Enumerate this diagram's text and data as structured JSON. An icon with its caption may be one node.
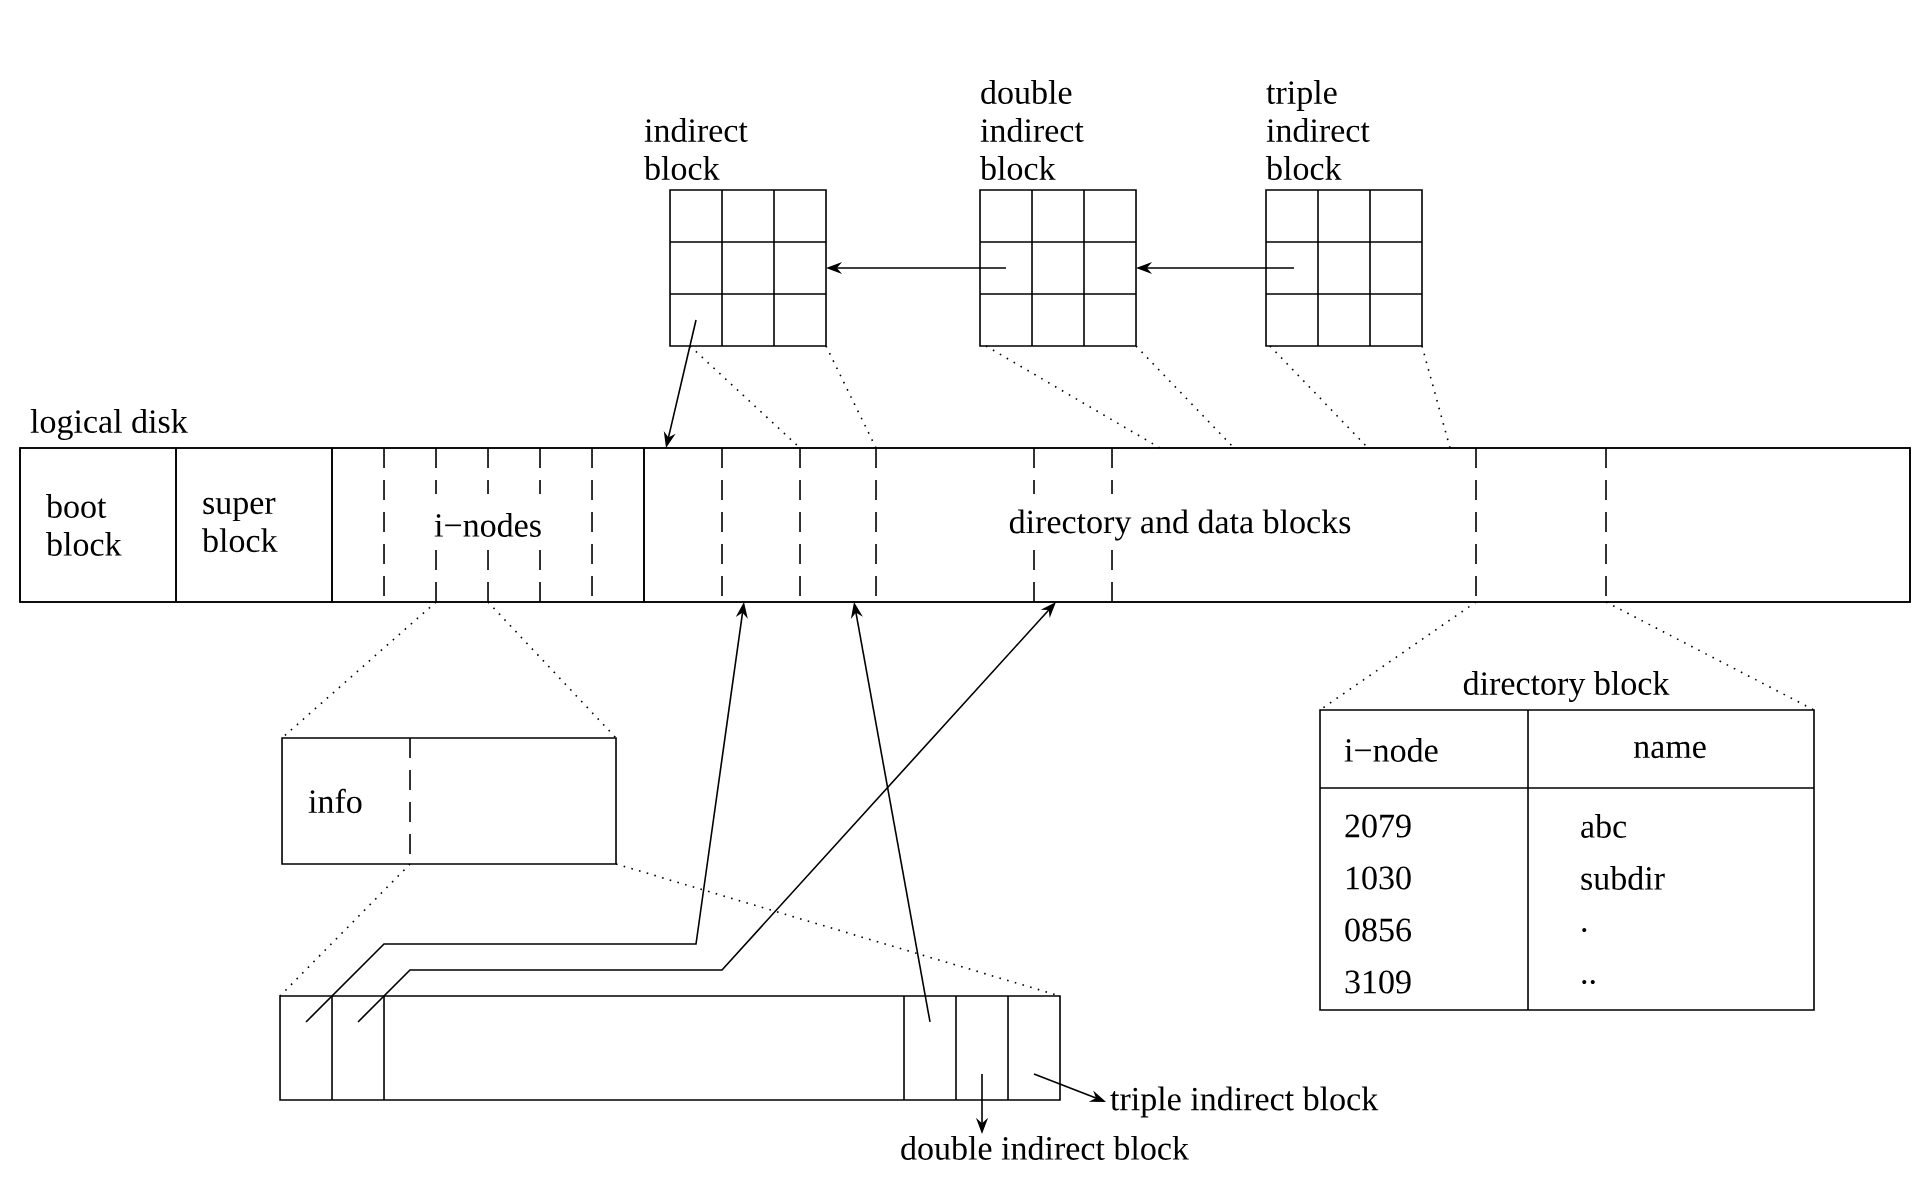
{
  "diagram": {
    "nodes": [
      {
        "text": [
          "indirect block"
        ]
      },
      {
        "text": [
          "double indirect block"
        ]
      },
      {
        "text": [
          "triple indirect block"
        ]
      },
      {
        "text": [
          "logical disk"
        ]
      },
      {
        "text": [
          "boot block"
        ],
        "in": 3
      },
      {
        "text": [
          "super block"
        ],
        "in": 3
      },
      {
        "text": [
          "i−nodes"
        ],
        "in": 3
      },
      {
        "text": [
          "directory and data blocks"
        ],
        "in": 3
      },
      {
        "text": [
          "info"
        ]
      },
      {
        "text": [],
        "shape": "box"
      },
      {
        "text": [
          "directory block"
        ]
      },
      {
        "text": [
          "triple indirect block"
        ]
      },
      {
        "text": [
          "double indirect block"
        ]
      }
    ],
    "edges": [
      {
        "from": 2,
        "to": 1,
        "arrow": "to"
      },
      {
        "from": 1,
        "to": 0,
        "arrow": "to"
      },
      {
        "from": 0,
        "to": 7,
        "arrow": "to"
      },
      {
        "from": 9,
        "to": 7,
        "arrow": "to"
      },
      {
        "from": 9,
        "to": 7,
        "arrow": "to"
      },
      {
        "from": 9,
        "to": 7,
        "arrow": "to"
      },
      {
        "from": 9,
        "to": 12,
        "arrow": "to"
      },
      {
        "from": 9,
        "to": 11,
        "arrow": "to"
      },
      {
        "from": 0,
        "to": 7,
        "arrow": "none",
        "style": "dashed"
      },
      {
        "from": 0,
        "to": 7,
        "arrow": "none",
        "style": "dashed"
      },
      {
        "from": 1,
        "to": 7,
        "arrow": "none",
        "style": "dashed"
      },
      {
        "from": 1,
        "to": 7,
        "arrow": "none",
        "style": "dashed"
      },
      {
        "from": 2,
        "to": 7,
        "arrow": "none",
        "style": "dashed"
      },
      {
        "from": 2,
        "to": 7,
        "arrow": "none",
        "style": "dashed"
      },
      {
        "from": 6,
        "to": 8,
        "arrow": "none",
        "style": "dashed"
      },
      {
        "from": 6,
        "to": 8,
        "arrow": "none",
        "style": "dashed"
      },
      {
        "from": 8,
        "to": 9,
        "arrow": "none",
        "style": "dashed"
      },
      {
        "from": 8,
        "to": 9,
        "arrow": "none",
        "style": "dashed"
      },
      {
        "from": 7,
        "to": 10,
        "arrow": "none",
        "style": "dashed"
      },
      {
        "from": 7,
        "to": 10,
        "arrow": "none",
        "style": "dashed"
      }
    ],
    "labels": [
      "i−node",
      "name",
      "2079",
      "abc",
      "1030",
      "subdir",
      "0856",
      ".",
      "3109",
      ".."
    ]
  }
}
